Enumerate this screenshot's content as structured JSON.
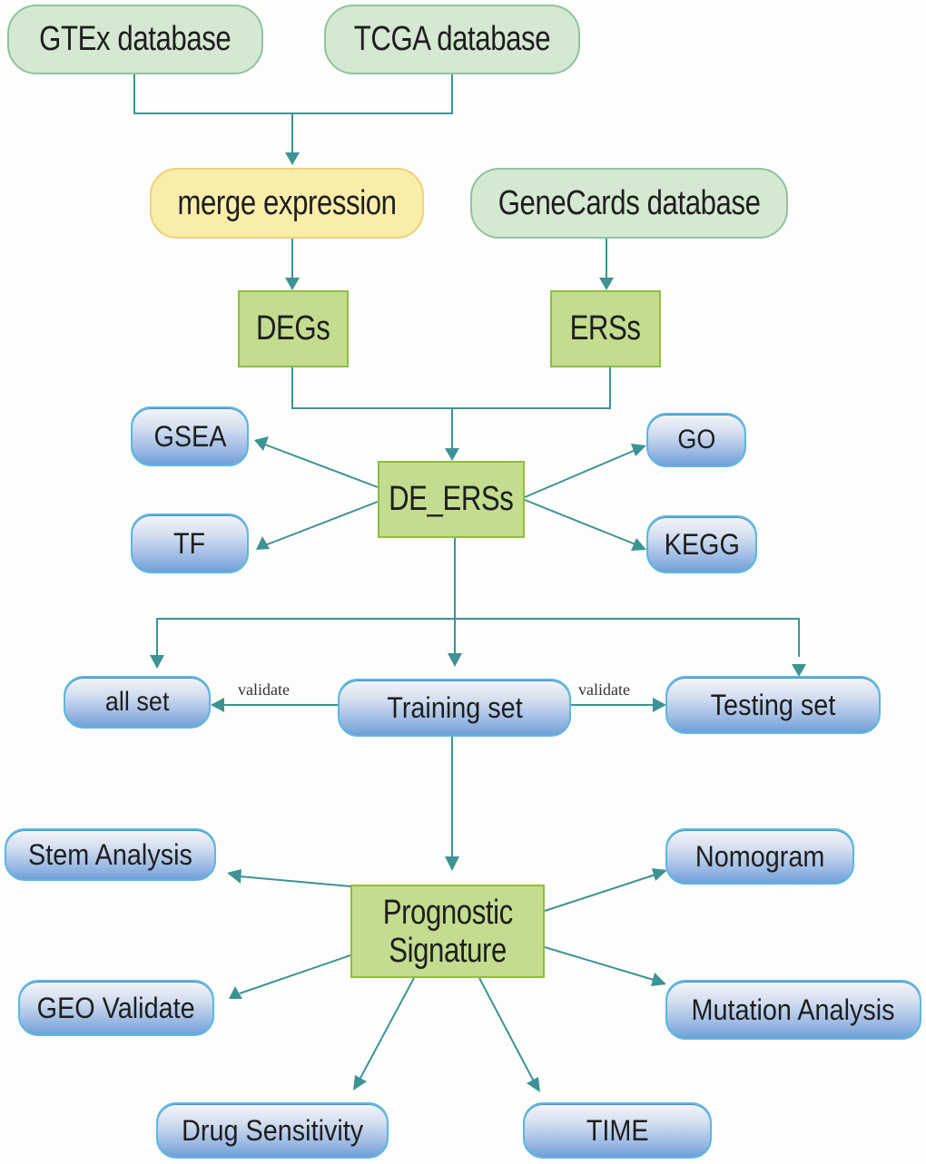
{
  "diagram": {
    "type": "flowchart",
    "colors": {
      "database_fill": "#d5e8d2",
      "merge_fill": "#f8eeaa",
      "process_fill": "#c3dc8f",
      "analysis_fill": "#9ab9e3",
      "connector": "#3d9393"
    },
    "nodes": {
      "gtex": "GTEx database",
      "tcga": "TCGA database",
      "merge": "merge expression",
      "genecards": "GeneCards database",
      "degs": "DEGs",
      "erss": "ERSs",
      "de_erss": "DE_ERSs",
      "gsea": "GSEA",
      "tf": "TF",
      "go": "GO",
      "kegg": "KEGG",
      "all_set": "all set",
      "training_set": "Training set",
      "testing_set": "Testing set",
      "prognostic_line1": "Prognostic",
      "prognostic_line2": "Signature",
      "stem": "Stem Analysis",
      "geo": "GEO Validate",
      "nomogram": "Nomogram",
      "mutation": "Mutation Analysis",
      "drug": "Drug Sensitivity",
      "time": "TIME"
    },
    "edge_labels": {
      "validate_left": "validate",
      "validate_right": "validate"
    },
    "edges": [
      {
        "from": "gtex",
        "to": "merge"
      },
      {
        "from": "tcga",
        "to": "merge"
      },
      {
        "from": "merge",
        "to": "degs"
      },
      {
        "from": "genecards",
        "to": "erss"
      },
      {
        "from": "degs",
        "to": "de_erss"
      },
      {
        "from": "erss",
        "to": "de_erss"
      },
      {
        "from": "de_erss",
        "to": "gsea"
      },
      {
        "from": "de_erss",
        "to": "tf"
      },
      {
        "from": "de_erss",
        "to": "go"
      },
      {
        "from": "de_erss",
        "to": "kegg"
      },
      {
        "from": "de_erss",
        "to": "all_set"
      },
      {
        "from": "de_erss",
        "to": "training_set"
      },
      {
        "from": "de_erss",
        "to": "testing_set"
      },
      {
        "from": "training_set",
        "to": "all_set",
        "label": "validate"
      },
      {
        "from": "training_set",
        "to": "testing_set",
        "label": "validate"
      },
      {
        "from": "training_set",
        "to": "prognostic"
      },
      {
        "from": "prognostic",
        "to": "stem"
      },
      {
        "from": "prognostic",
        "to": "geo"
      },
      {
        "from": "prognostic",
        "to": "nomogram"
      },
      {
        "from": "prognostic",
        "to": "mutation"
      },
      {
        "from": "prognostic",
        "to": "drug"
      },
      {
        "from": "prognostic",
        "to": "time"
      }
    ]
  }
}
